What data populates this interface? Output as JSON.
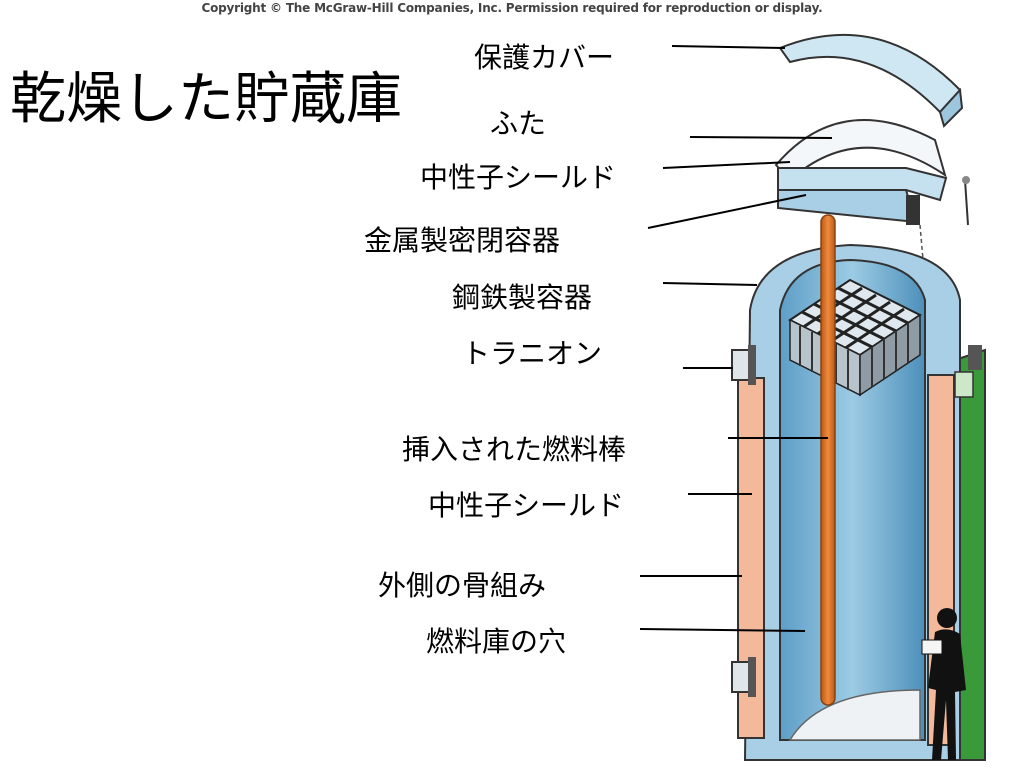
{
  "header": {
    "copyright": "Copyright © The McGraw-Hill Companies, Inc. Permission required for reproduction or display."
  },
  "title": "乾燥した貯蔵庫",
  "labels": [
    "保護カバー",
    "ふた",
    "中性子シールド",
    "金属製密閉容器",
    "鋼鉄製容器",
    "トラニオン",
    "挿入された燃料棒",
    "中性子シールド",
    "外側の骨組み",
    "燃料庫の穴"
  ],
  "colors": {
    "inner_canister": "#7fb6d6",
    "inner_light": "#c9e2ef",
    "concrete": "#a9cfe6",
    "neutron_shield": "#f3b99a",
    "outer_frame_green": "#3a9a3a",
    "fuel_rod": "#d9742a",
    "basket": "#333333"
  }
}
